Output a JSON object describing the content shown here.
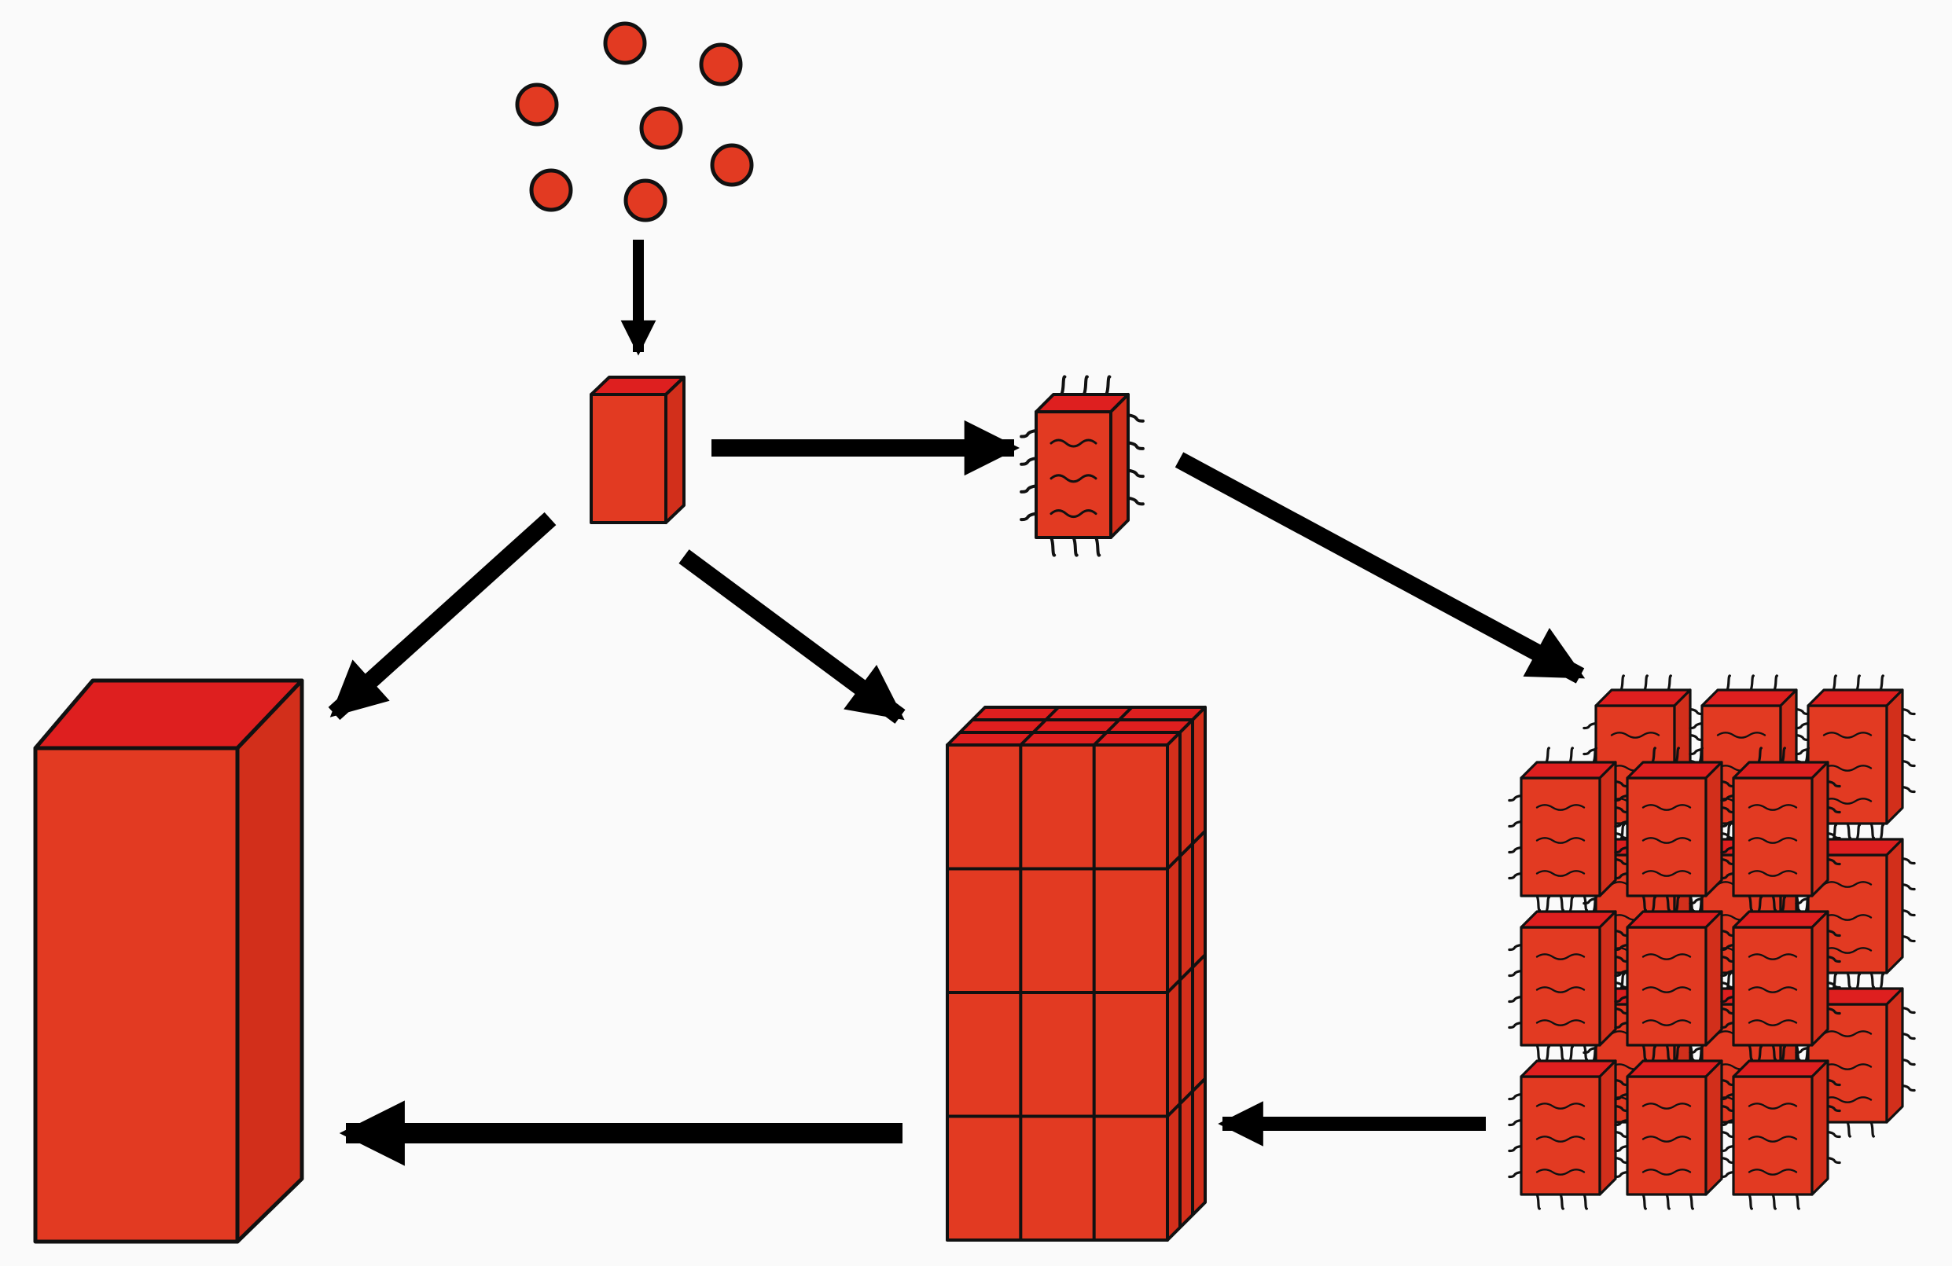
{
  "colors": {
    "background": "#fafafa",
    "cube_face": "#e23a22",
    "cube_top": "#de1f1f",
    "cube_side": "#d22f1b",
    "outline": "#111111",
    "arrow": "#000000"
  },
  "diagram": {
    "nodes": [
      {
        "id": "nanoparticles",
        "icon": "dot-cluster-icon"
      },
      {
        "id": "nanocrystal",
        "icon": "small-cube-icon"
      },
      {
        "id": "capped-nanocrystal",
        "icon": "ligand-capped-cube-icon"
      },
      {
        "id": "bulk-crystal",
        "icon": "large-block-icon"
      },
      {
        "id": "mesocrystal",
        "icon": "grid-block-icon"
      },
      {
        "id": "capped-superlattice",
        "icon": "ligand-capped-superlattice-icon"
      }
    ],
    "edges": [
      {
        "from": "nanoparticles",
        "to": "nanocrystal"
      },
      {
        "from": "nanocrystal",
        "to": "capped-nanocrystal"
      },
      {
        "from": "nanocrystal",
        "to": "bulk-crystal"
      },
      {
        "from": "nanocrystal",
        "to": "mesocrystal"
      },
      {
        "from": "capped-nanocrystal",
        "to": "capped-superlattice"
      },
      {
        "from": "capped-superlattice",
        "to": "mesocrystal"
      },
      {
        "from": "mesocrystal",
        "to": "bulk-crystal"
      }
    ]
  }
}
